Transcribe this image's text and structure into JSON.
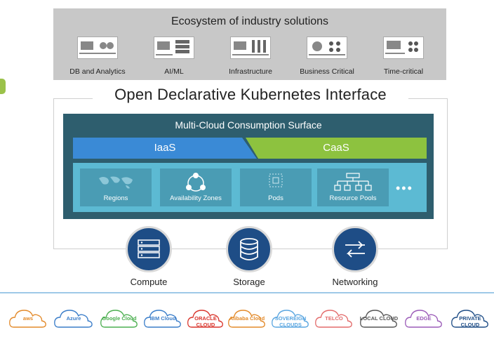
{
  "ecosystem": {
    "title": "Ecosystem of industry solutions",
    "items": [
      {
        "label": "DB and Analytics",
        "icon": "server-db-icon"
      },
      {
        "label": "AI/ML",
        "icon": "server-ai-icon"
      },
      {
        "label": "Infrastructure",
        "icon": "server-infra-icon"
      },
      {
        "label": "Business Critical",
        "icon": "server-business-icon"
      },
      {
        "label": "Time-critical",
        "icon": "server-time-icon"
      }
    ]
  },
  "interface_title": "Open Declarative Kubernetes Interface",
  "surface": {
    "title": "Multi-Cloud Consumption Surface",
    "iaas_label": "IaaS",
    "caas_label": "CaaS",
    "iaas_color": "#3a8ad6",
    "caas_color": "#8dc23f",
    "resources": [
      {
        "label": "Regions",
        "icon": "world-map-icon"
      },
      {
        "label": "Availability Zones",
        "icon": "zones-icon"
      },
      {
        "label": "Pods",
        "icon": "pod-icon"
      },
      {
        "label": "Resource Pools",
        "icon": "hierarchy-icon"
      }
    ],
    "more": "•••"
  },
  "infrastructure": [
    {
      "label": "Compute",
      "icon": "server-rack-icon"
    },
    {
      "label": "Storage",
      "icon": "database-icon"
    },
    {
      "label": "Networking",
      "icon": "exchange-arrows-icon"
    }
  ],
  "clouds": [
    {
      "label": "aws",
      "color": "#e38a2a"
    },
    {
      "label": "Azure",
      "color": "#3a7dc9"
    },
    {
      "label": "Google Cloud",
      "color": "#4caf50"
    },
    {
      "label": "IBM Cloud",
      "color": "#3a7dc9"
    },
    {
      "label": "ORACLE CLOUD",
      "color": "#d9342b"
    },
    {
      "label": "Alibaba Cloud",
      "color": "#e38a2a"
    },
    {
      "label": "SOVEREIGN CLOUDS",
      "color": "#5aa6e0"
    },
    {
      "label": "TELCO",
      "color": "#e36c6c"
    },
    {
      "label": "LOCAL CLOUD",
      "color": "#555555"
    },
    {
      "label": "EDGE",
      "color": "#9b5bb8"
    },
    {
      "label": "PRIVATE CLOUD",
      "color": "#1e4d86"
    }
  ]
}
